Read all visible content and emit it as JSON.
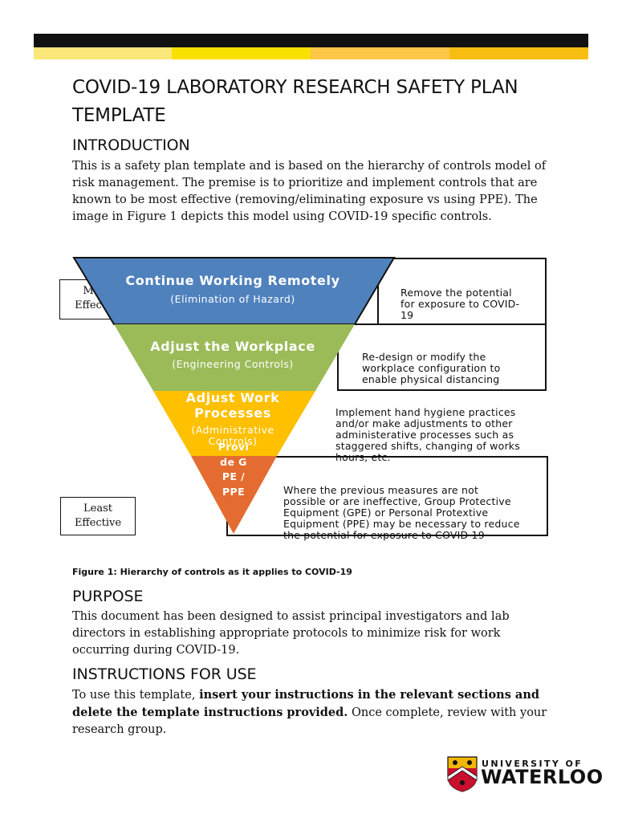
{
  "header": {
    "stripe_colors": [
      "#fbe77a",
      "#f9e000",
      "#fdc646",
      "#f8bd12"
    ]
  },
  "title": "COVID-19 LABORATORY RESEARCH SAFETY PLAN TEMPLATE",
  "introduction": {
    "heading": "INTRODUCTION",
    "body": "This is a safety plan template and is based on the hierarchy of controls model of risk management. The premise is to prioritize and implement controls that are known to be most effective (removing/eliminating exposure vs using PPE). The image in Figure 1 depicts this model using COVID-19 specific controls."
  },
  "figure": {
    "most_label_line1": "M",
    "most_label_line2": "Effec",
    "least_label_line1": "Least",
    "least_label_line2": "Effective",
    "tiers": [
      {
        "title": "Continue Working Remotely",
        "subtitle": "(Elimination of Hazard)",
        "color": "#4f81bd",
        "desc": "Remove the potential for exposure to COVID-19"
      },
      {
        "title": "Adjust the Workplace",
        "subtitle": "(Engineering Controls)",
        "color": "#9bbb59",
        "desc": "Re-design or modify the workplace configuration to enable physical distancing"
      },
      {
        "title": "Adjust Work Processes",
        "subtitle": "(Administrative Controls)",
        "color": "#ffc000",
        "desc": "Implement hand hygiene practices and/or make adjustments to other administerative processes such as staggered shifts, changing of works hours, etc."
      },
      {
        "title": "Provide GPE / PPE",
        "subtitle": "",
        "color": "#e46c30",
        "desc": "Where the previous measures are not possible or are ineffective, Group Protective Equipment (GPE) or Personal Protextive Equipment (PPE) may be necessary to reduce the potential for exposure to COVID 19"
      }
    ],
    "caption": "Figure 1: Hierarchy of controls as it applies to COVID-19"
  },
  "purpose": {
    "heading": "PURPOSE",
    "body": "This document has been designed to assist principal investigators and lab directors in establishing appropriate protocols to minimize risk for work occurring during COVID-19."
  },
  "instructions": {
    "heading": "INSTRUCTIONS FOR USE",
    "body_prefix": "To use this template,",
    "body_bold": "insert your instructions in the relevant sections and delete the template instructions provided.",
    "body_suffix": "Once complete, review with your research group."
  },
  "logo": {
    "line1": "UNIVERSITY OF",
    "line2": "WATERLOO",
    "colors": {
      "shield_gold": "#f2b705",
      "shield_red": "#c8102e"
    }
  }
}
